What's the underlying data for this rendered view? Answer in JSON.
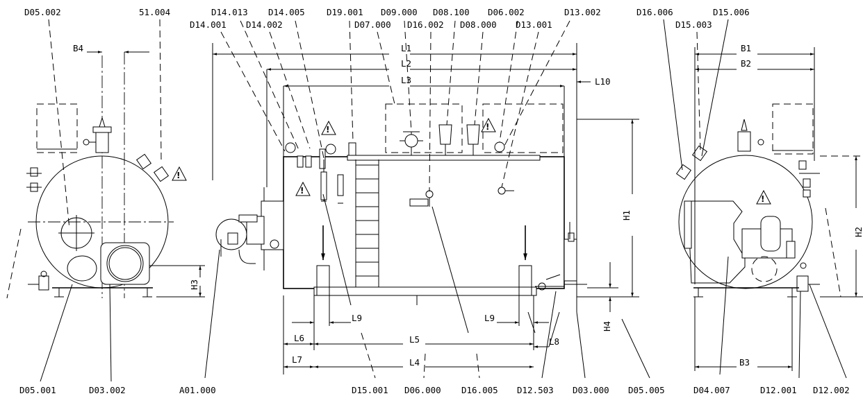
{
  "labels": {
    "D05_002": "D05.002",
    "L51_004": "51.004",
    "B4": "B4",
    "D14_001": "D14.001",
    "D14_013": "D14.013",
    "D14_002": "D14.002",
    "D14_005": "D14.005",
    "D19_001": "D19.001",
    "D07_000": "D07.000",
    "D09_000": "D09.000",
    "D16_002": "D16.002",
    "D08_100": "D08.100",
    "D08_000": "D08.000",
    "D06_002": "D06.002",
    "D13_001": "D13.001",
    "D13_002": "D13.002",
    "L10": "L10",
    "D16_006": "D16.006",
    "D15_003": "D15.003",
    "D15_006": "D15.006",
    "B1": "B1",
    "B2": "B2",
    "L1": "L1",
    "L2": "L2",
    "L3": "L3",
    "H1": "H1",
    "H2": "H2",
    "H3": "H3",
    "H4": "H4",
    "L9a": "L9",
    "L9b": "L9",
    "L6": "L6",
    "L5": "L5",
    "L7": "L7",
    "L4": "L4",
    "L8": "L8",
    "B3": "B3",
    "D05_001": "D05.001",
    "D03_002": "D03.002",
    "A01_000": "A01.000",
    "D15_001": "D15.001",
    "D06_000": "D06.000",
    "D16_005": "D16.005",
    "D12_503": "D12.503",
    "D03_000": "D03.000",
    "D05_005": "D05.005",
    "D04_007": "D04.007",
    "D12_001": "D12.001",
    "D12_002": "D12.002"
  },
  "colors": {
    "line": "#000000",
    "background": "#ffffff"
  },
  "icons": [
    "warning-triangle-icon",
    "burner-icon",
    "valve-icon",
    "pressure-gauge-icon"
  ]
}
